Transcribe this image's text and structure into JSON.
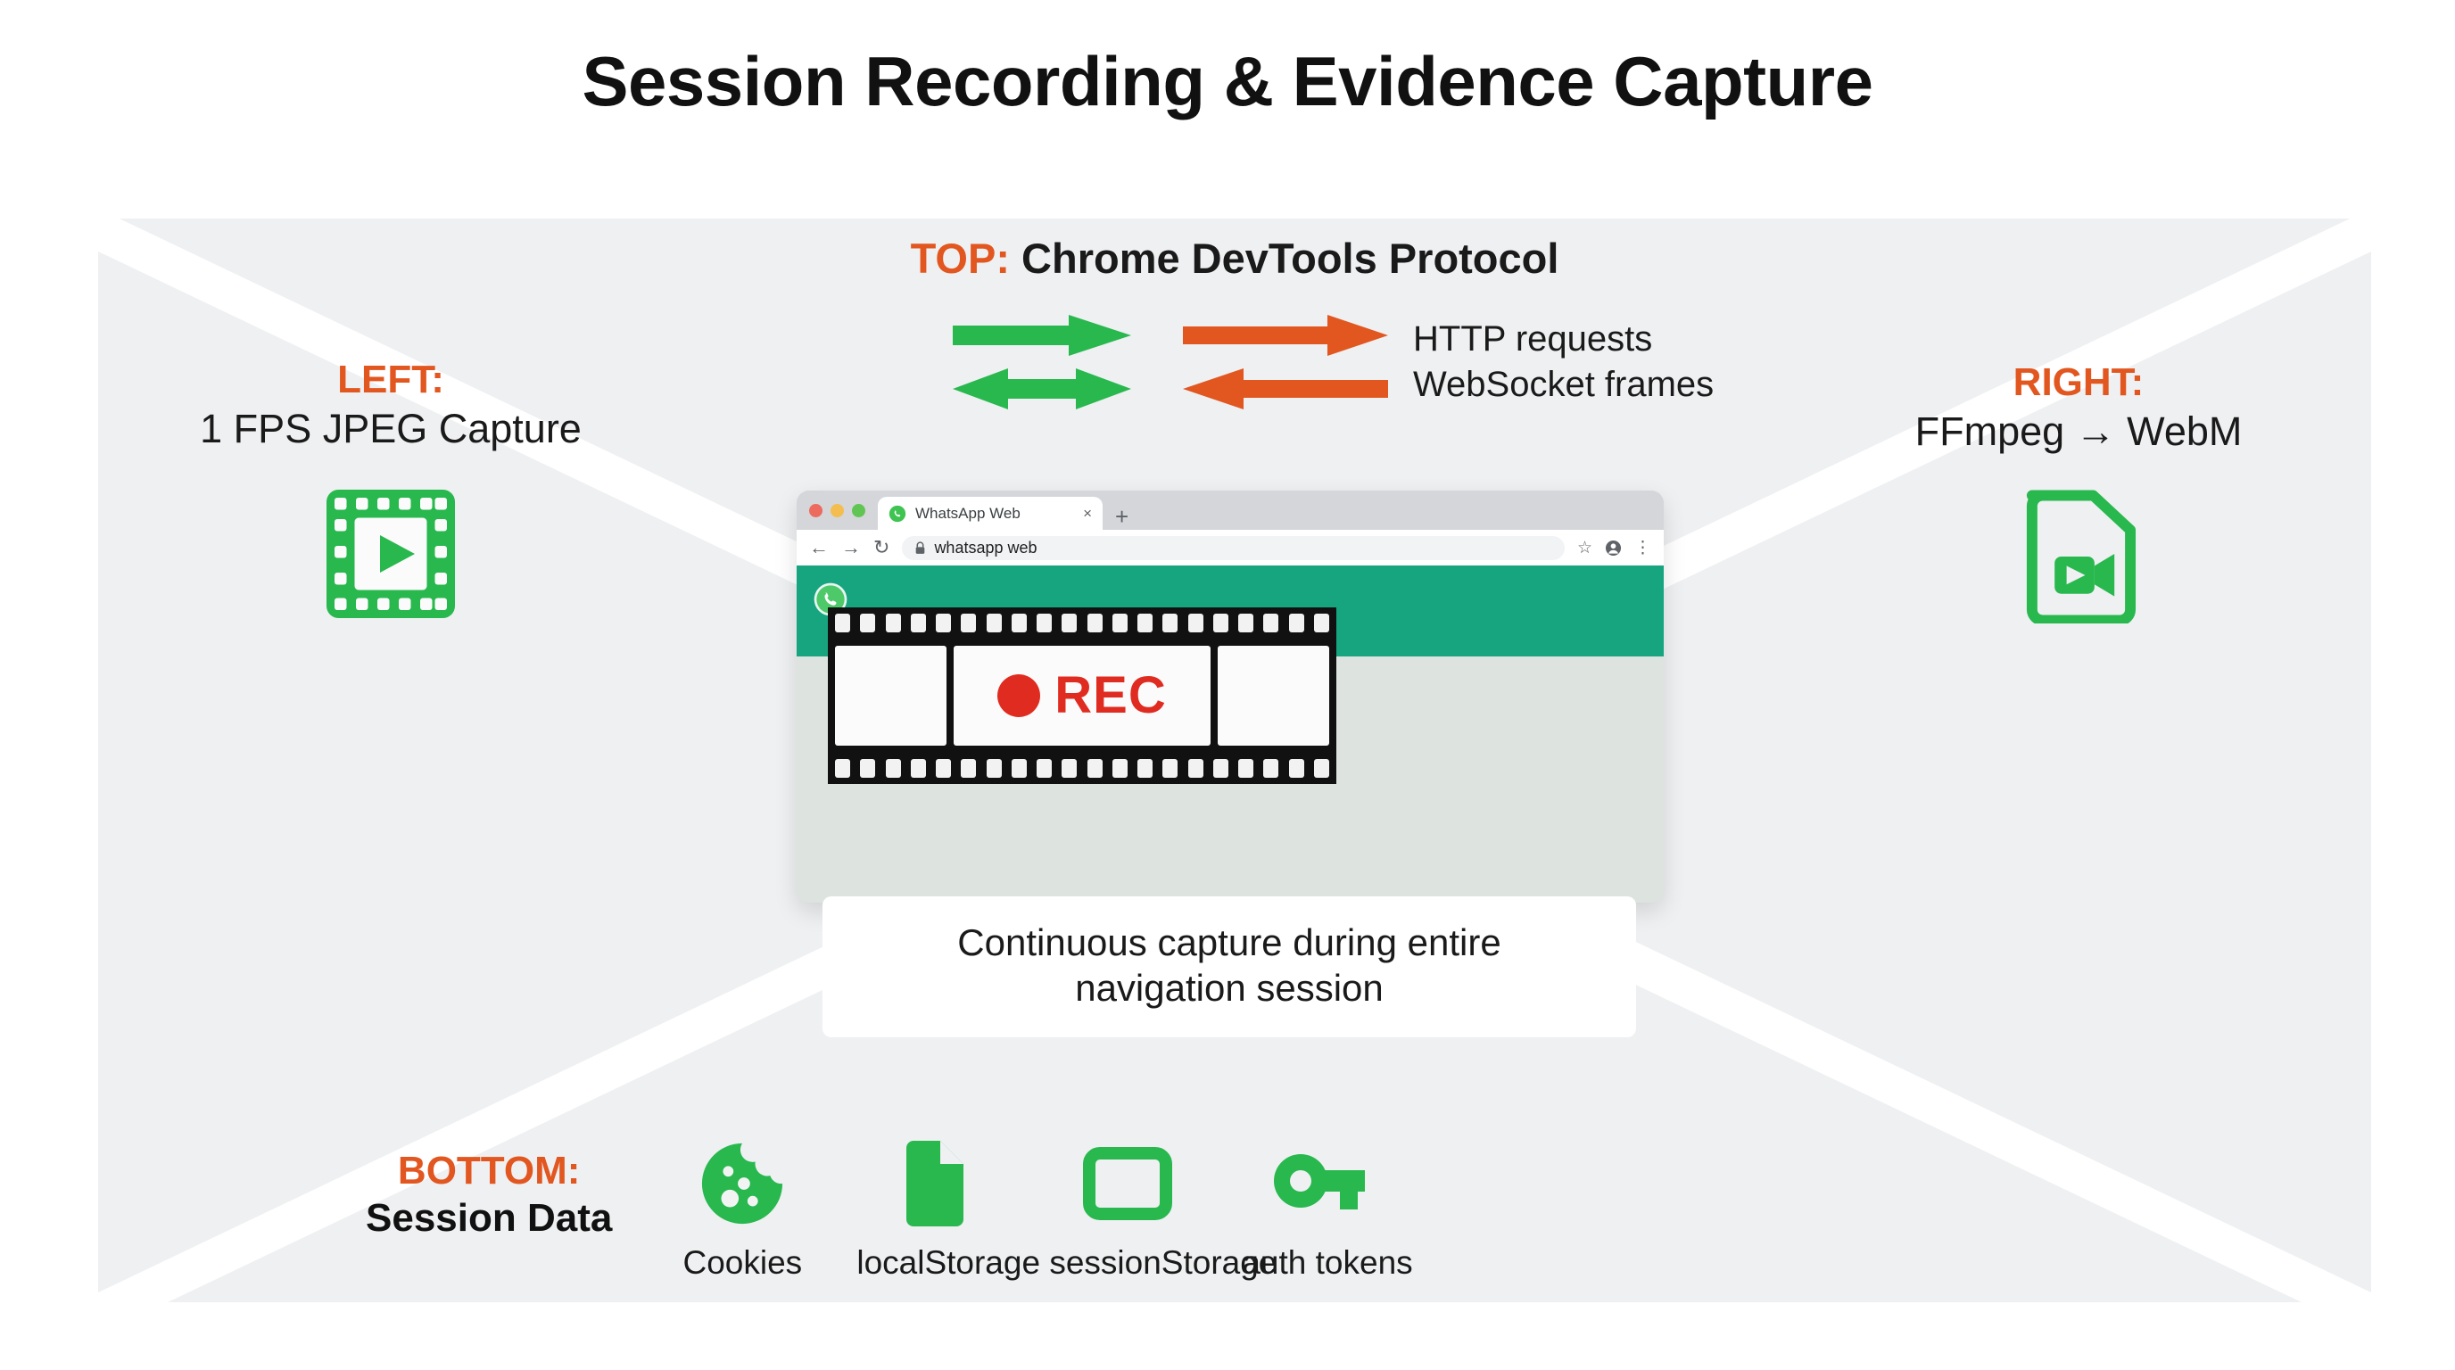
{
  "page": {
    "title": "Session Recording & Evidence Capture"
  },
  "colors": {
    "accent_orange": "#e2561f",
    "accent_green": "#28b84e",
    "whatsapp_green": "#17a57f",
    "rec_red": "#e02b20",
    "panel_bg": "#eef0f2",
    "text_dark": "#1a1a1a"
  },
  "top": {
    "kicker": "TOP:",
    "label": "Chrome DevTools Protocol",
    "arrows": [
      {
        "name": "green-right-arrow",
        "color": "#28b84e",
        "direction": "right"
      },
      {
        "name": "green-bidirectional-arrow",
        "color": "#28b84e",
        "direction": "both"
      },
      {
        "name": "orange-right-arrow",
        "color": "#e2561f",
        "direction": "right"
      },
      {
        "name": "orange-left-arrow",
        "color": "#e2561f",
        "direction": "left"
      }
    ],
    "arrow_labels": [
      "HTTP requests",
      "WebSocket frames"
    ]
  },
  "left": {
    "kicker": "LEFT:",
    "label": "1 FPS JPEG Capture",
    "icon": "film-play-icon"
  },
  "right": {
    "kicker": "RIGHT:",
    "label": "FFmpeg → WebM",
    "icon": "video-file-icon"
  },
  "browser": {
    "traffic_lights": [
      "close",
      "minimize",
      "maximize"
    ],
    "tab": {
      "favicon": "whatsapp-icon",
      "title": "WhatsApp Web",
      "close": "×"
    },
    "new_tab": "+",
    "toolbar": {
      "back": "←",
      "forward": "→",
      "reload": "↻",
      "lock": "lock-icon",
      "url": "whatsapp web",
      "bookmark": "☆",
      "profile": "profile-icon",
      "menu": "⋮"
    },
    "overlay": {
      "rec_label": "REC",
      "rec_dot": "record-dot-icon",
      "frames": 3
    }
  },
  "caption": {
    "line1": "Continuous capture during entire",
    "line2": "navigation session"
  },
  "bottom": {
    "kicker": "BOTTOM:",
    "label": "Session Data",
    "items": [
      {
        "icon": "cookie-icon",
        "label": "Cookies"
      },
      {
        "icon": "document-file-icon",
        "label": "localStorage"
      },
      {
        "icon": "browser-window-icon",
        "label": "sessionStorage"
      },
      {
        "icon": "key-icon",
        "label": "auth tokens"
      }
    ]
  }
}
